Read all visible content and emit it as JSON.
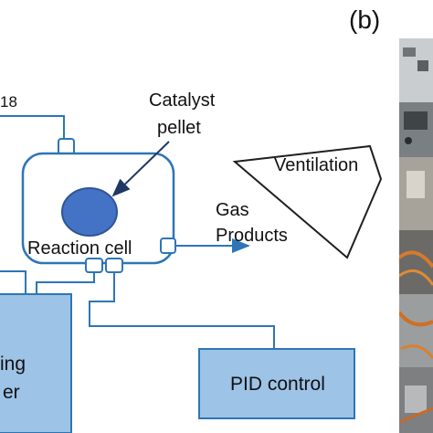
{
  "panel_label": "(b)",
  "labels": {
    "gas_fragment": "18",
    "catalyst_line1": "Catalyst",
    "catalyst_line2": "pellet",
    "ventilation": "Ventilation",
    "gas_line1": "Gas",
    "gas_line2": "Products",
    "reaction_cell": "Reaction cell",
    "heater_line1": "ing",
    "heater_line2": "er",
    "pid_control": "PID control"
  },
  "colors": {
    "line_blue": "#2e75b6",
    "pellet_fill": "#4472c4",
    "box_fill": "#9dc3e6",
    "box_border": "#2e75b6",
    "text": "#111111"
  }
}
